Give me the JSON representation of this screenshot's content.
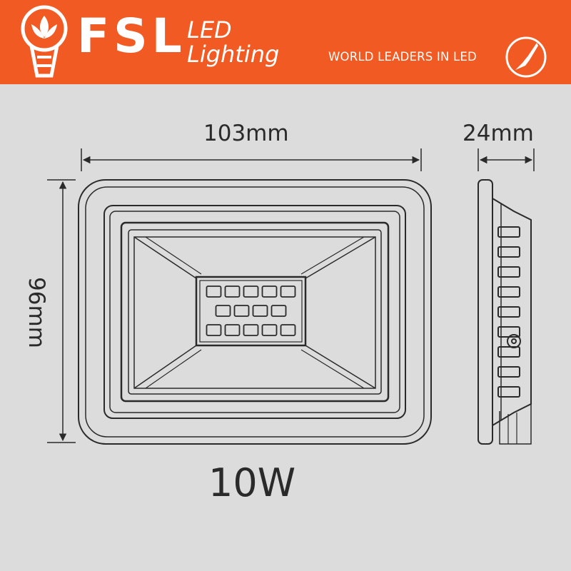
{
  "header": {
    "brand": "FSL",
    "brand_line1": "LED",
    "brand_line2": "Lighting",
    "tagline": "WORLD LEADERS IN LED",
    "logo_icon": "lightbulb-lotus-icon",
    "map_icon": "china-map-icon",
    "color": "#f15a22"
  },
  "dimensions": {
    "width": "103mm",
    "depth": "24mm",
    "height": "96mm"
  },
  "product": {
    "power": "10W",
    "led_rows": [
      5,
      4,
      5
    ]
  },
  "colors": {
    "background": "#dcdcdc",
    "line": "#2a2a2a"
  }
}
